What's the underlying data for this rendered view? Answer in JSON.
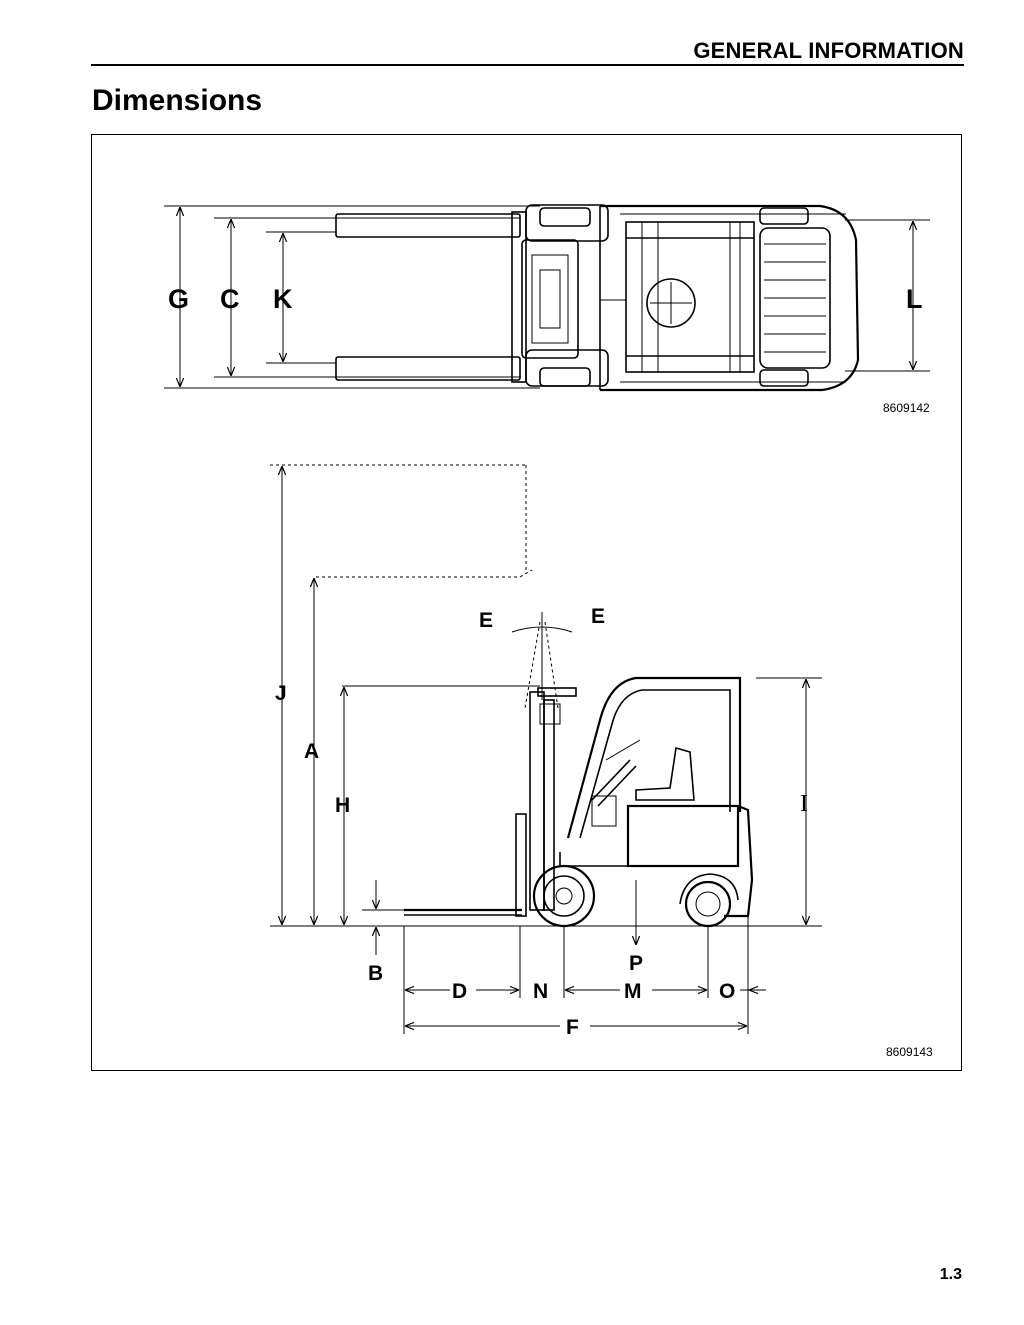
{
  "header": {
    "section_title": "GENERAL INFORMATION"
  },
  "page": {
    "title": "Dimensions",
    "number": "1.3"
  },
  "figures": {
    "top_view_code": "8609142",
    "side_view_code": "8609143"
  },
  "dimension_labels": {
    "G": "G",
    "C": "C",
    "K": "K",
    "L": "L",
    "J": "J",
    "A": "A",
    "H": "H",
    "I": "I",
    "E1": "E",
    "E2": "E",
    "B": "B",
    "D": "D",
    "N": "N",
    "M": "M",
    "O": "O",
    "P": "P",
    "F": "F"
  }
}
